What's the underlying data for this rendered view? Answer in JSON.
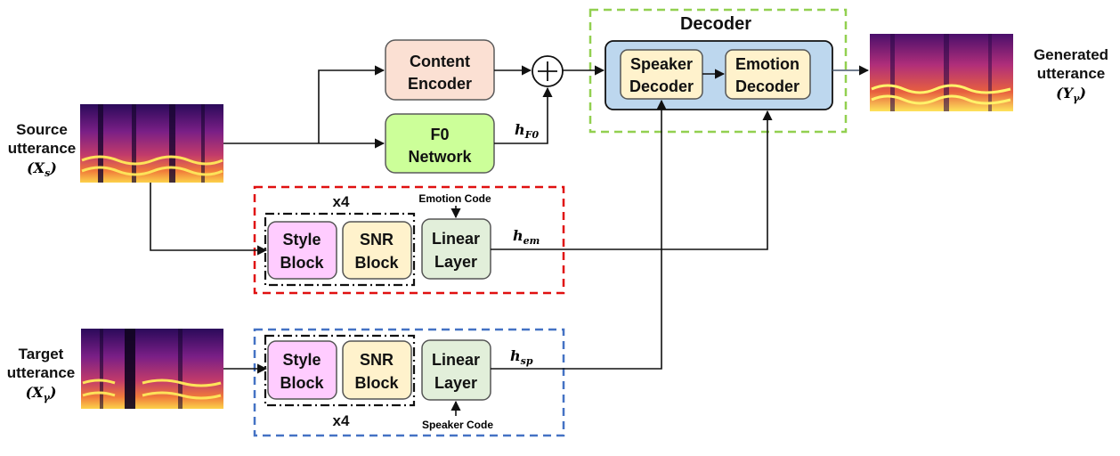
{
  "decoder": {
    "title": "Decoder",
    "speaker_decoder": [
      "Speaker",
      "Decoder"
    ],
    "emotion_decoder": [
      "Emotion",
      "Decoder"
    ]
  },
  "content_encoder": [
    "Content",
    "Encoder"
  ],
  "f0_network": [
    "F0",
    "Network"
  ],
  "source": {
    "label": [
      "Source",
      "utterance"
    ],
    "symbol": "(X",
    "sub": "s",
    "close": ")"
  },
  "target": {
    "label": [
      "Target",
      "utterance"
    ],
    "symbol": "(X",
    "sub": "γ",
    "close": ")"
  },
  "generated": {
    "label": [
      "Generated",
      "utterance"
    ],
    "symbol": "(Y",
    "sub": "γ",
    "close": ")"
  },
  "h_f0": {
    "main": "h",
    "sub": "F0"
  },
  "h_em": {
    "main": "h",
    "sub": "em"
  },
  "h_sp": {
    "main": "h",
    "sub": "sp"
  },
  "emotion_branch": {
    "repeat": "x4",
    "code": "Emotion Code",
    "style_block": [
      "Style",
      "Block"
    ],
    "snr_block": [
      "SNR",
      "Block"
    ],
    "linear_layer": [
      "Linear",
      "Layer"
    ]
  },
  "speaker_branch": {
    "repeat": "x4",
    "code": "Speaker Code",
    "style_block": [
      "Style",
      "Block"
    ],
    "snr_block": [
      "SNR",
      "Block"
    ],
    "linear_layer": [
      "Linear",
      "Layer"
    ]
  },
  "colors": {
    "content_encoder": "#fbe0d3",
    "f0_network": "#ccff99",
    "decoder_box": "#bdd7ee",
    "decoder_frame": "#92d050",
    "sub_decoder": "#fff2cc",
    "style_block": "#ffccff",
    "snr_block": "#fff2cc",
    "linear_layer": "#e2efda",
    "emotion_frame": "#e01010",
    "speaker_frame": "#4472c4"
  }
}
